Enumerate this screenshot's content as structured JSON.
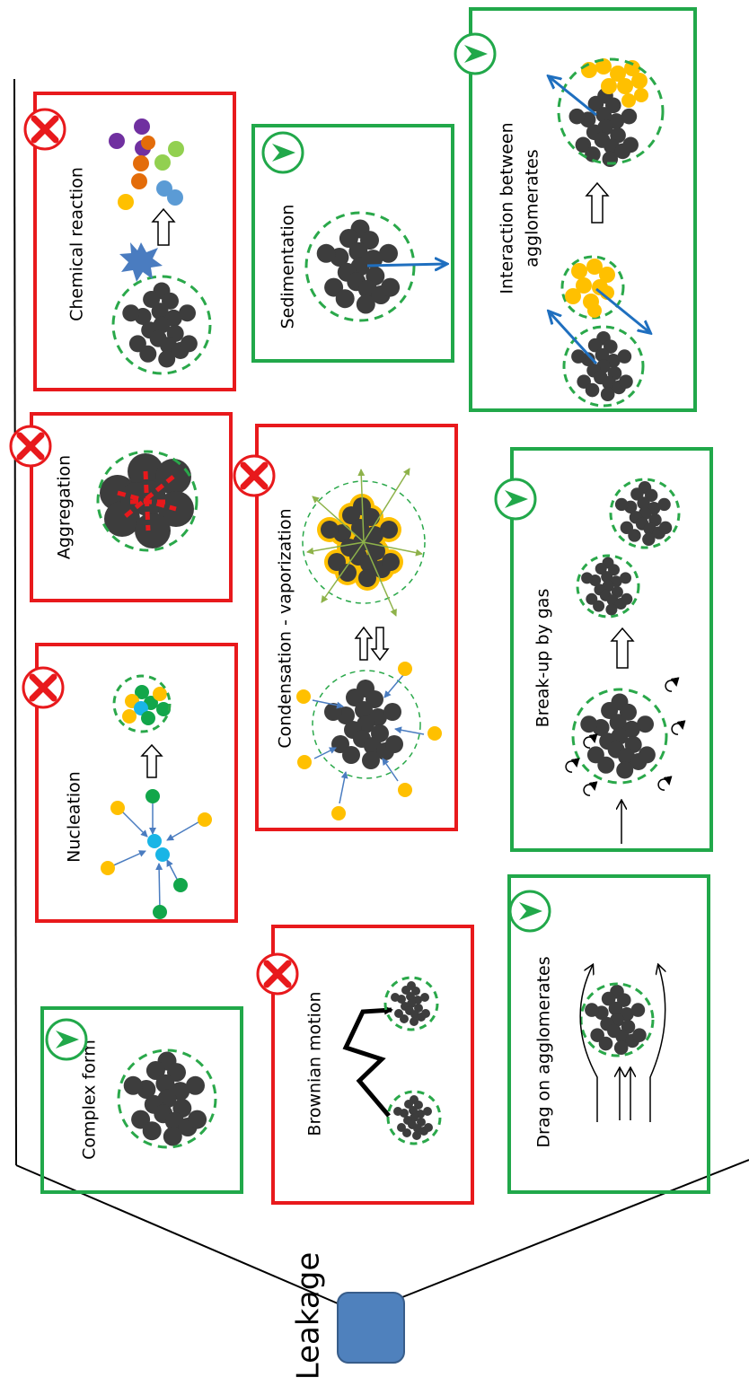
{
  "colors": {
    "good_frame": "#21a84a",
    "bad_frame": "#e8191c",
    "particle": "#3d3d3d",
    "halo": "#2aa84a",
    "yellow": "#ffc000",
    "green": "#12a64a",
    "cyan": "#19b5e6",
    "blue_arrow": "#1f6fbf",
    "small_arrow": "#4a7cc0",
    "olive_arrow": "#8eb24a",
    "purple": "#7030a0",
    "orange": "#e36c0a",
    "lightgreen": "#92d050",
    "lightblue": "#5b9bd5",
    "leak_box": "#4f81bd"
  },
  "source": {
    "label": "Leakage"
  },
  "processes": [
    {
      "key": "complex_form",
      "label": "Complex form",
      "status": "check"
    },
    {
      "key": "nucleation",
      "label": "Nucleation",
      "status": "cross"
    },
    {
      "key": "aggregation",
      "label": "Aggregation",
      "status": "cross"
    },
    {
      "key": "chemical_reaction",
      "label": "Chemical reaction",
      "status": "cross"
    },
    {
      "key": "brownian_motion",
      "label": "Brownian motion",
      "status": "cross"
    },
    {
      "key": "condensation",
      "label": "Condensation - vaporization",
      "status": "cross"
    },
    {
      "key": "sedimentation",
      "label": "Sedimentation",
      "status": "check"
    },
    {
      "key": "drag",
      "label": "Drag on agglomerates",
      "status": "check"
    },
    {
      "key": "breakup",
      "label": "Break-up by gas",
      "status": "check"
    },
    {
      "key": "interaction",
      "label_line1": "Interaction between",
      "label_line2": "agglomerates",
      "status": "check"
    }
  ]
}
